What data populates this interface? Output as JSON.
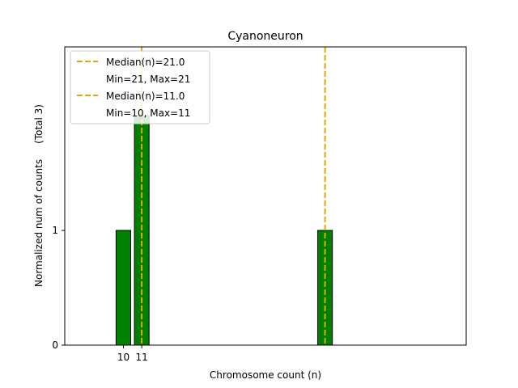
{
  "chart_data": {
    "type": "bar",
    "title": "Cyanoneuron",
    "xlabel": "Chromosome count (n)",
    "ylabel": "Normalized num of counts     (Total 3)",
    "x_tick_labels": [
      {
        "x": 10,
        "label": "10"
      },
      {
        "x": 11,
        "label": "11"
      }
    ],
    "y_ticks": [
      0,
      1
    ],
    "xlim": [
      6.8,
      28.7
    ],
    "ylim": [
      0,
      2.6
    ],
    "bar_width": 0.8,
    "bars": [
      {
        "x": 10,
        "value": 1
      },
      {
        "x": 11,
        "value": 2
      },
      {
        "x": 21,
        "value": 1
      }
    ],
    "median_lines": [
      {
        "x": 21,
        "legend_label": "Median(n)=21.0",
        "range_text": "Min=21, Max=21"
      },
      {
        "x": 11,
        "legend_label": "Median(n)=11.0",
        "range_text": "Min=10, Max=11"
      }
    ],
    "legend_placement": "upper-left",
    "grid": false,
    "colors": {
      "bar_fill": "#008000",
      "bar_edge": "#000000",
      "median_line": "#e6a800"
    }
  }
}
